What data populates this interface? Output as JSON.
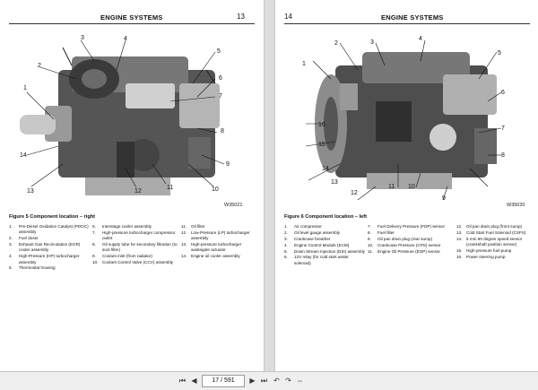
{
  "left_page": {
    "header_title": "ENGINE SYSTEMS",
    "page_number": "13",
    "figure_code": "W35021",
    "callouts": [
      "1",
      "2",
      "3",
      "4",
      "5",
      "6",
      "7",
      "8",
      "9",
      "10",
      "11",
      "12",
      "13",
      "14"
    ],
    "caption": "Figure 5   Component location – right",
    "legend": [
      {
        "n": "1.",
        "t": "Pre-Diesel Oxidation Catalyst (PDOC) assembly"
      },
      {
        "n": "2.",
        "t": "Fuel doser"
      },
      {
        "n": "3.",
        "t": "Exhaust Gas Recirculation (EGR) cooler assembly"
      },
      {
        "n": "4.",
        "t": "High-Pressure (HP) turbocharger assembly"
      },
      {
        "n": "5.",
        "t": "Thermostat housing"
      },
      {
        "n": "6.",
        "t": "Interstage cooler assembly"
      },
      {
        "n": "7.",
        "t": "High-pressure turbocharger compressor outlet"
      },
      {
        "n": "8.",
        "t": "Oil supply tube for secondary filtration (to soot filter)"
      },
      {
        "n": "9.",
        "t": "Coolant inlet (from radiator)"
      },
      {
        "n": "10.",
        "t": "Coolant Control Valve (CCV) assembly"
      },
      {
        "n": "11.",
        "t": "Oil filter"
      },
      {
        "n": "12.",
        "t": "Low-Pressure (LP) turbocharger assembly"
      },
      {
        "n": "13.",
        "t": "High-pressure turbocharger wastegate actuator"
      },
      {
        "n": "14.",
        "t": "Engine oil cooler assembly"
      }
    ]
  },
  "right_page": {
    "header_title": "ENGINE SYSTEMS",
    "page_number": "14",
    "figure_code": "W35020",
    "callouts": [
      "1",
      "2",
      "3",
      "4",
      "5",
      "6",
      "7",
      "8",
      "9",
      "10",
      "11",
      "12",
      "13",
      "14",
      "15",
      "16"
    ],
    "caption": "Figure 6   Component location – left",
    "legend": [
      {
        "n": "1.",
        "t": "Air compressor"
      },
      {
        "n": "2.",
        "t": "Oil level gauge assembly"
      },
      {
        "n": "3.",
        "t": "Crankcase breather"
      },
      {
        "n": "4.",
        "t": "Engine Control Module (ECM)"
      },
      {
        "n": "5.",
        "t": "Down Stream Injection (DSI) assembly"
      },
      {
        "n": "6.",
        "t": "12V relay (for cold start assist solenoid)"
      },
      {
        "n": "7.",
        "t": "Fuel Delivery Pressure (FDP) sensor"
      },
      {
        "n": "8.",
        "t": "Fuel filter"
      },
      {
        "n": "9.",
        "t": "Oil pan drain plug (rear sump)"
      },
      {
        "n": "10.",
        "t": "Crankcase Pressure (CPS) sensor"
      },
      {
        "n": "11.",
        "t": "Engine Oil Pressure (EOP) sensor"
      },
      {
        "n": "12.",
        "t": "Oil pan drain plug (front sump)"
      },
      {
        "n": "13.",
        "t": "Cold Start Fuel Solenoid (CSFS)"
      },
      {
        "n": "14.",
        "t": "5 mm 60 degree speed sensor (crankshaft position sensor)"
      },
      {
        "n": "15.",
        "t": "High-pressure fuel pump"
      },
      {
        "n": "16.",
        "t": "Power steering pump"
      }
    ]
  },
  "toolbar": {
    "page_field": "17 / 591",
    "icons": [
      "first-page-icon",
      "prev-page-icon",
      "next-page-icon",
      "last-page-icon",
      "back-icon",
      "forward-icon",
      "fit-icon"
    ]
  }
}
